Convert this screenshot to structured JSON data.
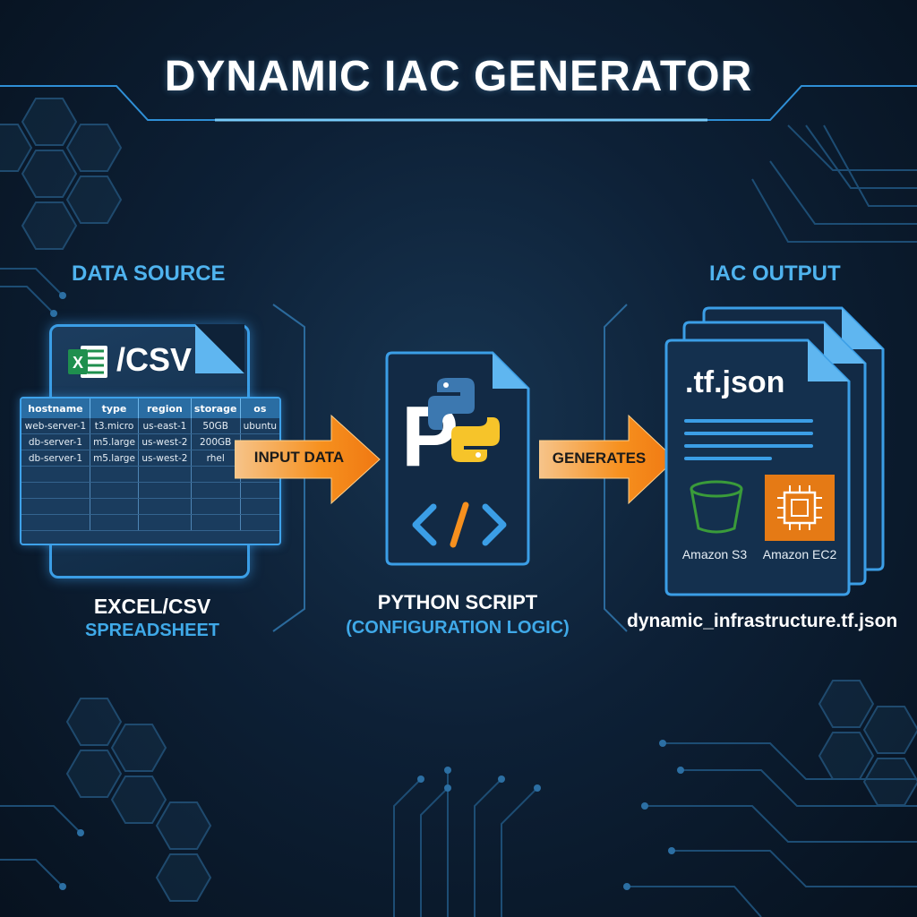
{
  "title": "DYNAMIC IAC GENERATOR",
  "colors": {
    "accent_blue": "#3b9ee6",
    "arrow_orange": "#f6901e",
    "excel_green": "#1f8f4e",
    "python_blue": "#3c78b0",
    "python_yellow": "#f6c42a",
    "s3_green": "#3a9b3a",
    "ec2_orange": "#e57a15"
  },
  "source": {
    "section_label": "DATA SOURCE",
    "file_label": "/CSV",
    "icon": "excel-icon",
    "table": {
      "headers": [
        "hostname",
        "type",
        "region",
        "storage",
        "os"
      ],
      "rows": [
        [
          "web-server-1",
          "t3.micro",
          "us-east-1",
          "50GB",
          "ubuntu"
        ],
        [
          "db-server-1",
          "m5.large",
          "us-west-2",
          "200GB",
          ""
        ],
        [
          "db-server-1",
          "m5.large",
          "us-west-2",
          "rhel",
          ""
        ]
      ]
    },
    "caption_line1": "EXCEL/CSV",
    "caption_line2": "SPREADSHEET"
  },
  "arrow_input": {
    "label": "INPUT DATA"
  },
  "script": {
    "icon": "python-icon",
    "caption_line1": "PYTHON SCRIPT",
    "caption_line2": "(CONFIGURATION LOGIC)"
  },
  "arrow_generate": {
    "label": "GENERATES"
  },
  "output": {
    "section_label": "IAC OUTPUT",
    "file_type": ".tf.json",
    "services": [
      {
        "icon": "s3-bucket-icon",
        "label": "Amazon S3"
      },
      {
        "icon": "ec2-chip-icon",
        "label": "Amazon EC2"
      }
    ],
    "filename": "dynamic_infrastructure.tf.json"
  }
}
